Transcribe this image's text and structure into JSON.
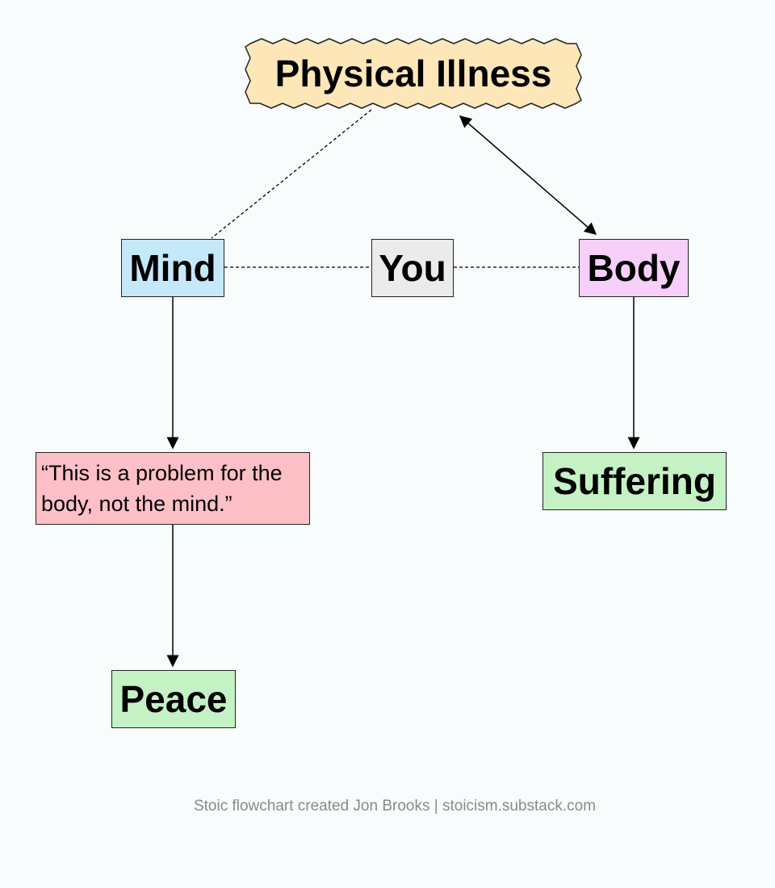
{
  "nodes": {
    "physical_illness": "Physical Illness",
    "mind": "Mind",
    "you": "You",
    "body": "Body",
    "quote": "“This is a problem for the body, not the mind.”",
    "suffering": "Suffering",
    "peace": "Peace"
  },
  "footer": "Stoic flowchart created Jon Brooks | stoicism.substack.com",
  "colors": {
    "background": "#f8fcfc",
    "physical_illness": "#fde7b8",
    "mind": "#c5e8fa",
    "you": "#ebebeb",
    "body": "#f6d0fb",
    "quote": "#fdc0c6",
    "suffering": "#c5f2c5",
    "peace": "#c5f2c5",
    "footer_text": "#8a8a8a"
  }
}
